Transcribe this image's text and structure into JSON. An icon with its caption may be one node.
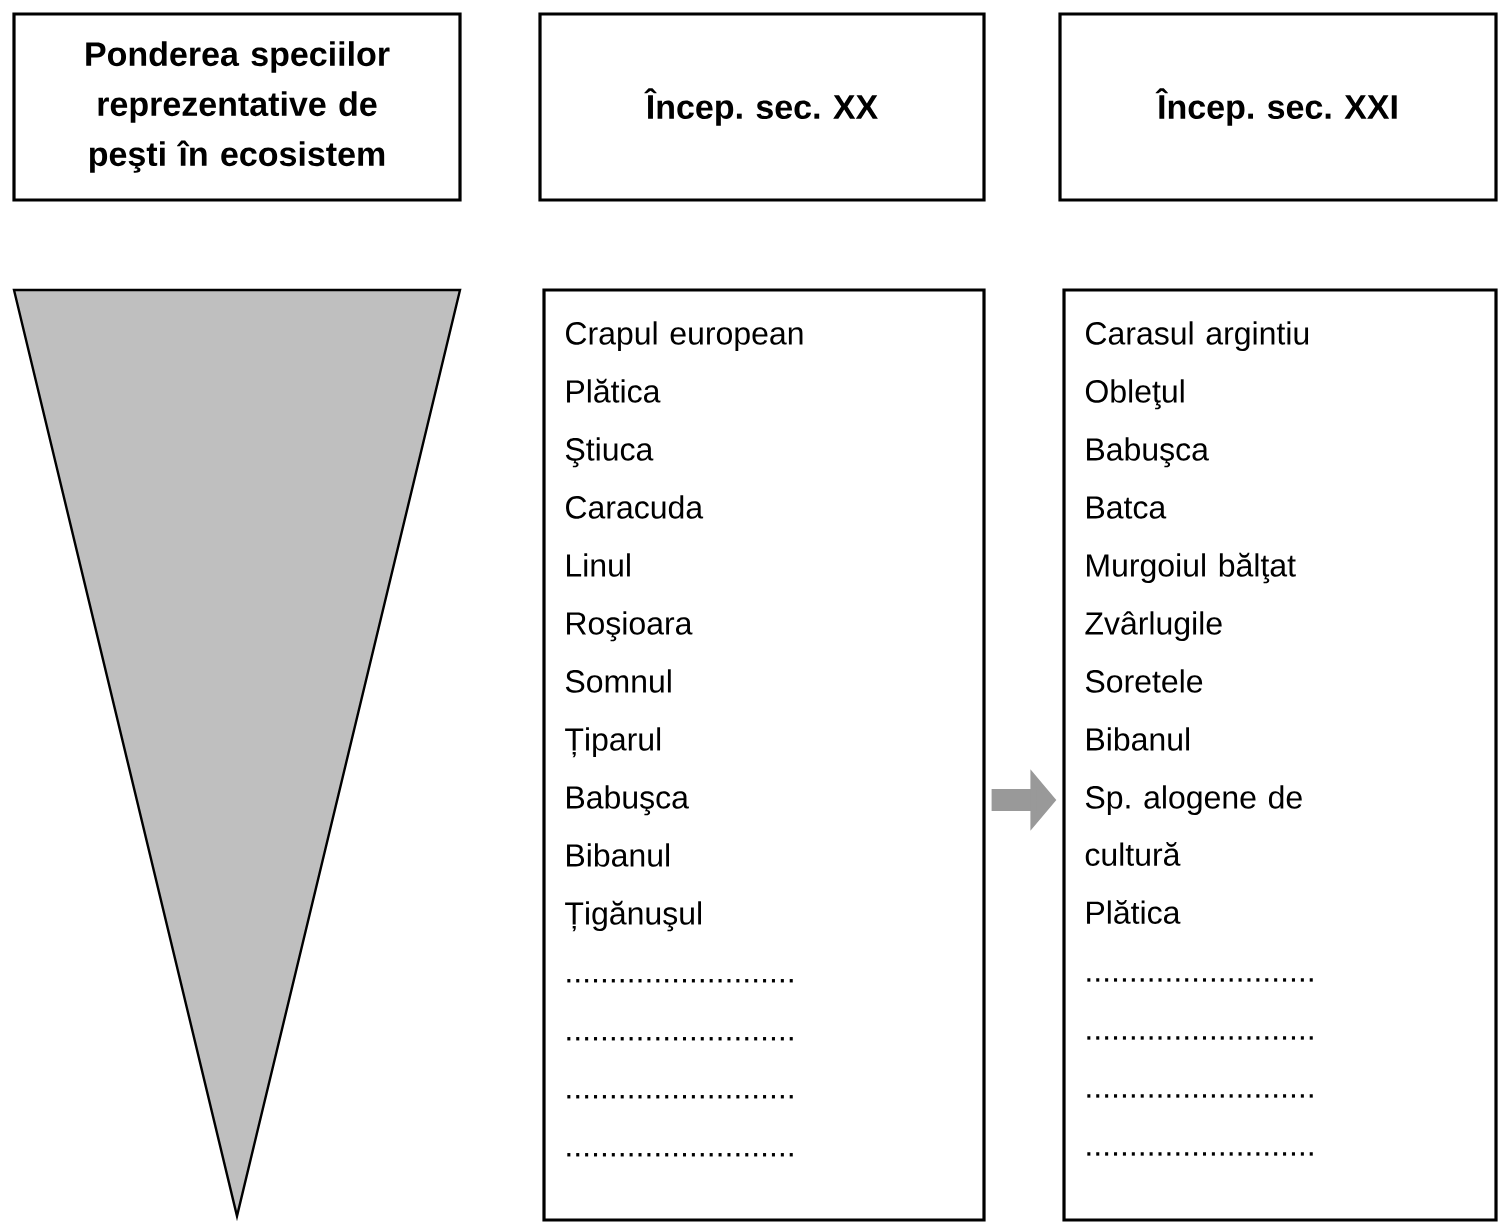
{
  "diagram": {
    "nodes": [
      {
        "text": [
          "Ponderea speciilor reprezentative de peşti în ecosistem"
        ]
      },
      {
        "text": [
          "Încep. sec. XX"
        ]
      },
      {
        "text": [
          "Încep. sec. XXI"
        ]
      },
      {
        "text": [],
        "shape": "triangle"
      },
      {
        "text": [
          "Crapul european",
          "Plătica",
          "Ştiuca",
          "Caracuda",
          "Linul",
          "Roşioara",
          "Somnul",
          "Țiparul",
          "Babuşca",
          "Bibanul",
          "Țigănuşul",
          "..........................",
          "..........................",
          "..........................",
          ".........................."
        ]
      },
      {
        "text": [
          "Carasul argintiu",
          "Obleţul",
          "Babuşca",
          "Batca",
          "Murgoiul bălţat",
          "Zvârlugile",
          "Soretele",
          "Bibanul",
          "Sp. alogene de cultură",
          "Plătica",
          "..........................",
          "..........................",
          "..........................",
          ".........................."
        ]
      }
    ],
    "edges": [
      {
        "from": 4,
        "to": 5,
        "arrow": "to"
      }
    ]
  }
}
